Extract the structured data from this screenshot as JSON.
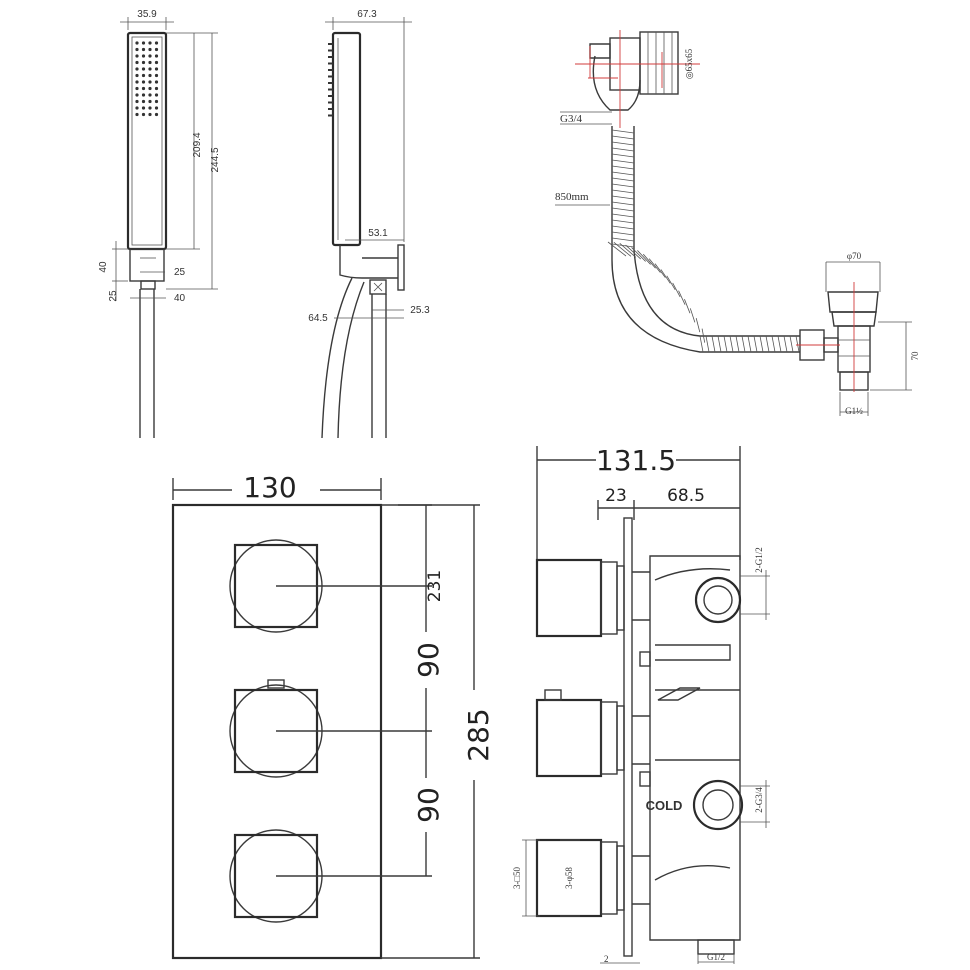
{
  "handset_front": {
    "width": "35.9",
    "length_inner": "209.4",
    "length_total": "244.5",
    "bracket_height": "40",
    "bracket_width": "25",
    "hose_offset": "25",
    "base_width": "40"
  },
  "handset_side": {
    "depth": "67.3",
    "bracket_projection": "53.1",
    "hose_gap": "64.5",
    "outlet_size": "25.3"
  },
  "bath_waste": {
    "overflow_size": "◎65x65",
    "overflow_thread": "G3/4",
    "hose_length": "850mm",
    "plug_diameter": "φ70",
    "waste_height": "70",
    "waste_thread": "G1½"
  },
  "valve_front": {
    "plate_width": "130",
    "top_offset": "231",
    "spacing_1": "90",
    "spacing_2": "90",
    "plate_height": "285"
  },
  "valve_side": {
    "total_depth": "131.5",
    "plate_depth": "23",
    "body_depth": "68.5",
    "inlet_thread": "2-G1/2",
    "outlet_thread": "2-G3/4",
    "bottom_thread": "G1/2",
    "plate_gap": "2",
    "cold_label": "COLD",
    "handle_square": "3-□50",
    "handle_round": "3-φ58"
  }
}
